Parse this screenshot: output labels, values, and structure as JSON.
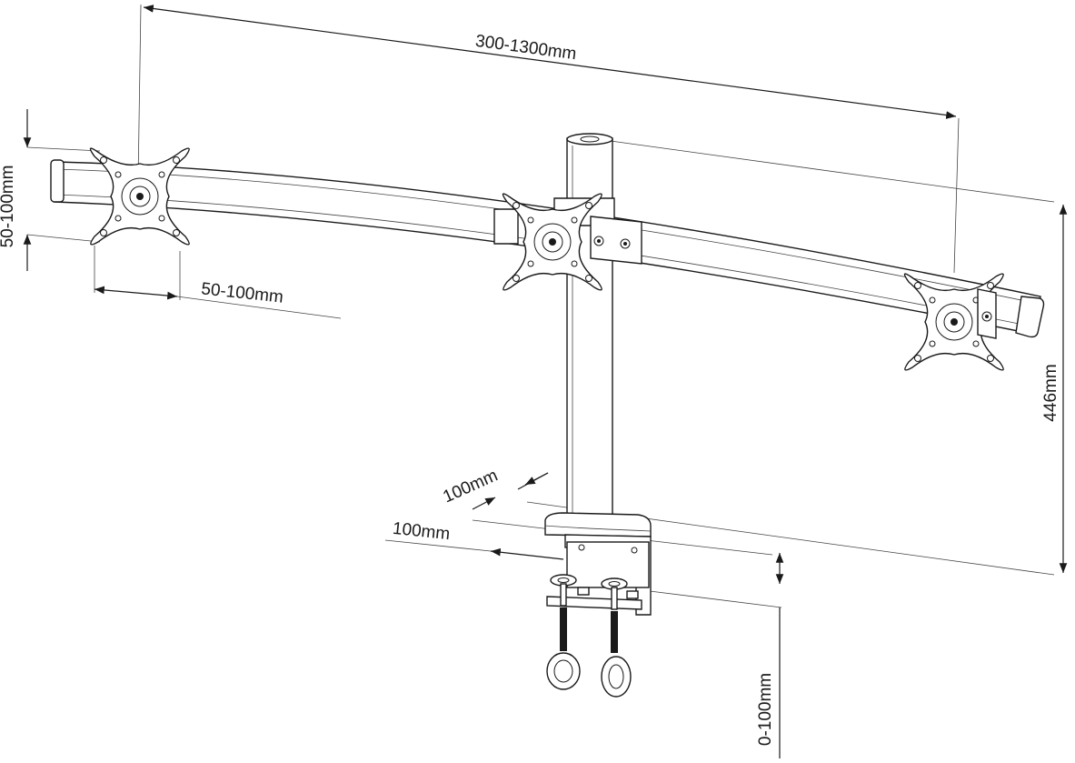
{
  "dimensions": {
    "overall_width": "300-1300mm",
    "vesa_vertical": "50-100mm",
    "vesa_horizontal": "50-100mm",
    "height": "446mm",
    "base_depth": "100mm",
    "base_width": "100mm",
    "clamp_range": "0-100mm"
  },
  "icons": {
    "monitor_plate": "vesa-plate-icon",
    "pole": "pole-icon",
    "clamp": "desk-clamp-icon"
  }
}
